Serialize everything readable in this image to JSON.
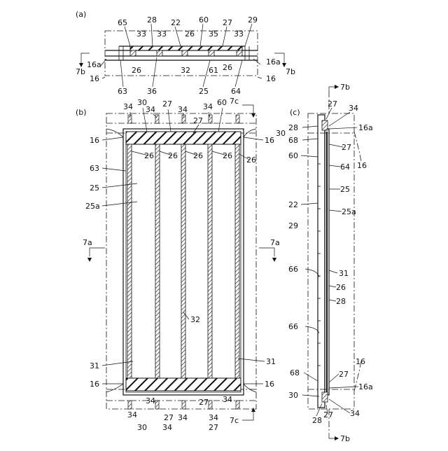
{
  "figure": {
    "panels": [
      {
        "id": "a",
        "label": "(a)"
      },
      {
        "id": "b",
        "label": "(b)"
      },
      {
        "id": "c",
        "label": "(c)"
      }
    ],
    "section_markers": {
      "b_top_left": "7b",
      "b_top_right": "7b",
      "c_top": "7c",
      "c_bottom": "7c",
      "a_left": "7a",
      "a_right": "7a",
      "side_top": "7b",
      "side_bottom": "7b"
    },
    "labels_a": [
      "65",
      "28",
      "22",
      "60",
      "27",
      "29",
      "33",
      "33",
      "26",
      "35",
      "33",
      "16a",
      "26",
      "32",
      "61",
      "26",
      "16a",
      "16",
      "63",
      "36",
      "25",
      "64",
      "16"
    ],
    "labels_b": [
      "34",
      "30",
      "34",
      "27",
      "34",
      "34",
      "60",
      "27",
      "7c",
      "16",
      "16",
      "26",
      "26",
      "26",
      "26",
      "26",
      "63",
      "25",
      "25a",
      "32",
      "31",
      "31",
      "16",
      "16",
      "34",
      "34",
      "27",
      "34",
      "34",
      "30",
      "27",
      "34",
      "7c",
      "34",
      "27"
    ],
    "labels_c": [
      "27",
      "34",
      "28",
      "16a",
      "30",
      "68",
      "27",
      "16",
      "60",
      "64",
      "25",
      "22",
      "25a",
      "29",
      "66",
      "31",
      "26",
      "28",
      "66",
      "16",
      "68",
      "27",
      "16a",
      "30",
      "28",
      "27",
      "34"
    ]
  }
}
